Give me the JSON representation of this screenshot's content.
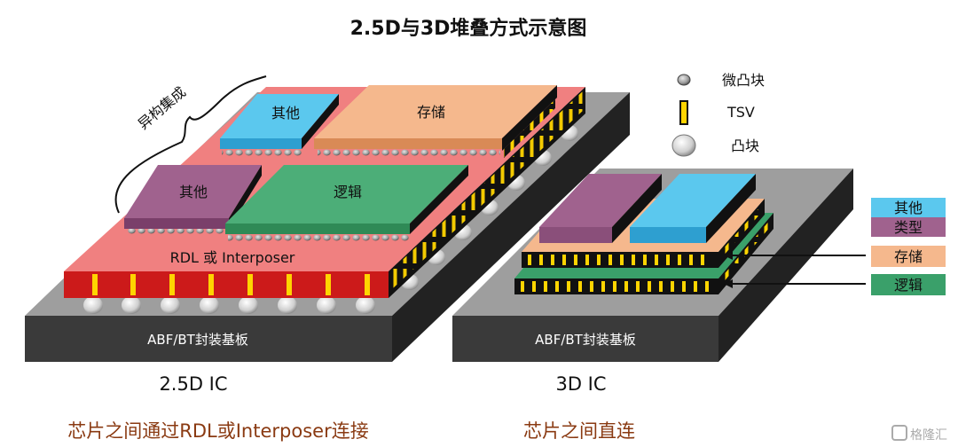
{
  "title": "2.5D与3D堆叠方式示意图",
  "legend": {
    "micro_bump": "微凸块",
    "tsv": "TSV",
    "bump": "凸块"
  },
  "left": {
    "heterogeneous_label": "异构集成",
    "chip_other_top": "其他",
    "chip_storage": "存储",
    "chip_other_left": "其他",
    "chip_logic": "逻辑",
    "interposer_label": "RDL 或 Interposer",
    "substrate_label": "ABF/BT封装基板",
    "caption": "2.5D IC",
    "description": "芯片之间通过RDL或Interposer连接"
  },
  "right": {
    "substrate_label": "ABF/BT封装基板",
    "caption": "3D IC",
    "description": "芯片之间直连",
    "key_other": "其他",
    "key_type": "类型",
    "key_storage": "存储",
    "key_logic": "逻辑"
  },
  "colors": {
    "blue_chip": "#5bc8ee",
    "purple_chip": "#a0628e",
    "orange_chip": "#f5b88d",
    "green_chip": "#3aa06a",
    "interposer": "#f07a7a",
    "interposer_edge": "#cc1a1a",
    "substrate": "#3a3a3a",
    "tsv": "#ffd400",
    "caption_brown": "#8a3a12"
  },
  "watermark": "格隆汇"
}
